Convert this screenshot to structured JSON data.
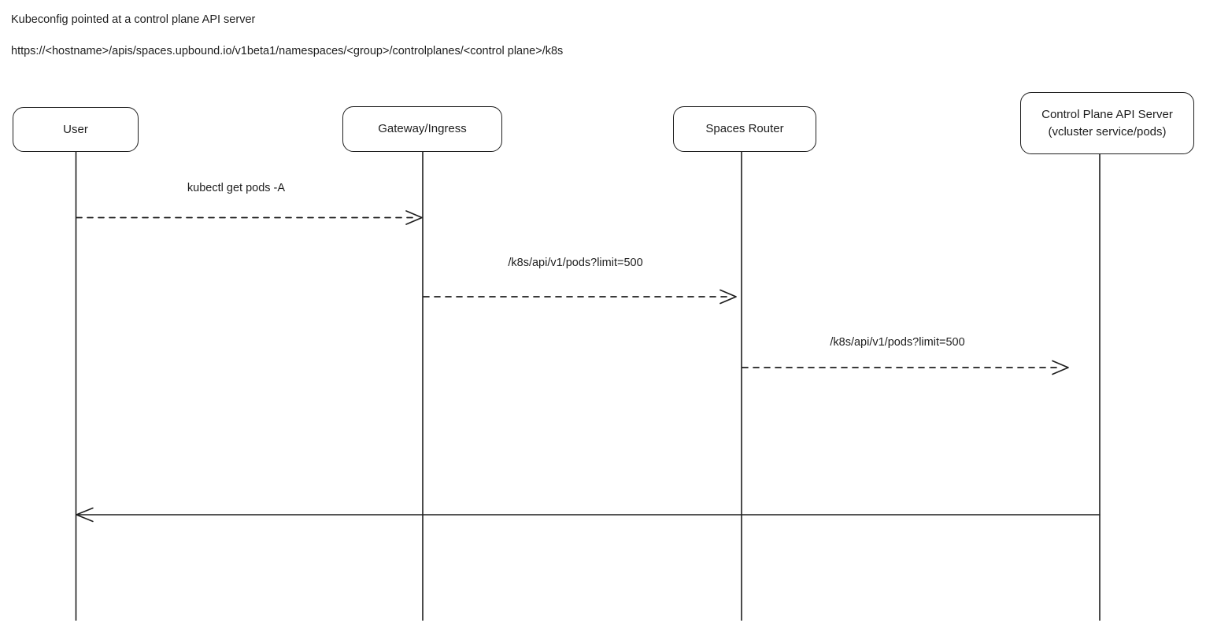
{
  "header": {
    "line1": "Kubeconfig pointed at a control plane API server",
    "line2": "https://<hostname>/apis/spaces.upbound.io/v1beta1/namespaces/<group>/controlplanes/<control plane>/k8s"
  },
  "diagram": {
    "type": "sequence-diagram",
    "colors": {
      "stroke": "#1e1e1e",
      "text": "#1e1e1e",
      "background": "#ffffff"
    },
    "actors": [
      {
        "label": "User"
      },
      {
        "label": "Gateway/Ingress"
      },
      {
        "label": "Spaces Router"
      },
      {
        "label": "Control Plane API Server\n(vcluster service/pods)"
      }
    ],
    "messages": [
      {
        "from": "User",
        "to": "Gateway/Ingress",
        "label": "kubectl get pods -A",
        "line_style": "dashed"
      },
      {
        "from": "Gateway/Ingress",
        "to": "Spaces Router",
        "label": "/k8s/api/v1/pods?limit=500",
        "line_style": "dashed"
      },
      {
        "from": "Spaces Router",
        "to": "Control Plane API Server",
        "label": "/k8s/api/v1/pods?limit=500",
        "line_style": "dashed"
      },
      {
        "from": "Control Plane API Server",
        "to": "User",
        "label": "",
        "line_style": "solid"
      }
    ]
  }
}
